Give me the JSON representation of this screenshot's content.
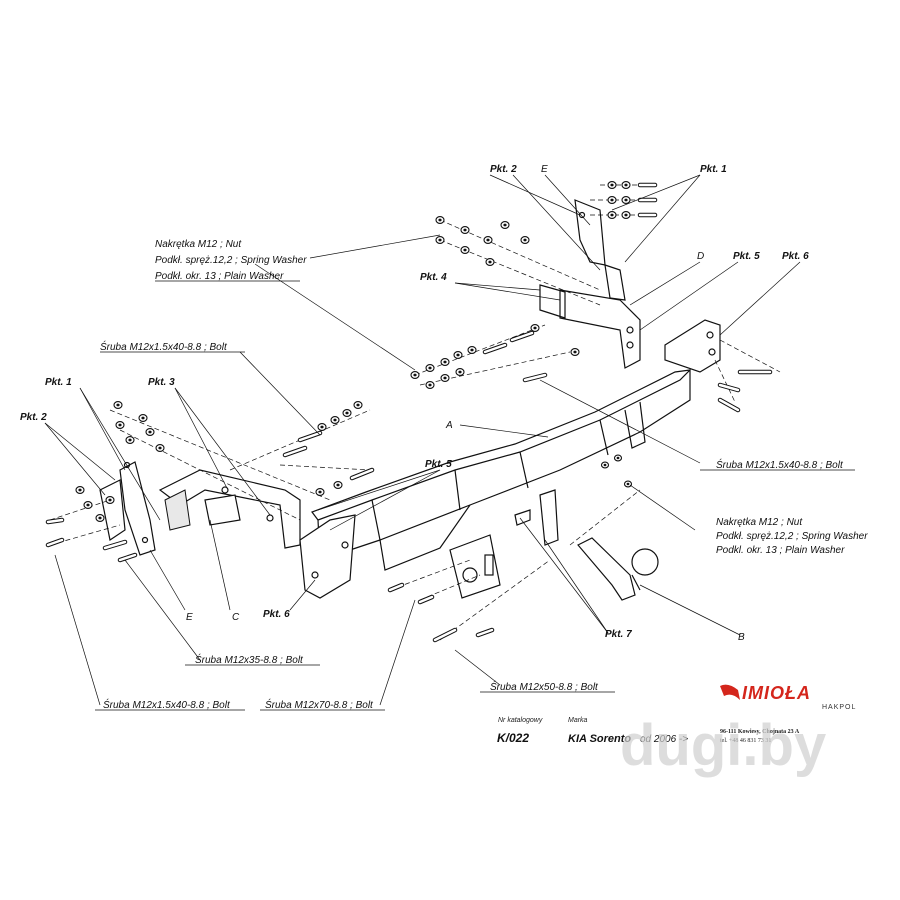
{
  "labels": {
    "nut_top": "Nakrętka M12 ; Nut",
    "spring_top": "Podkł. spręż.12,2 ; Spring Washer",
    "plain_top": "Podkł. okr. 13 ; Plain Washer",
    "bolt_left_upper": "Śruba M12x1.5x40-8.8 ;  Bolt",
    "bolt_right": "Śruba M12x1.5x40-8.8 ;  Bolt",
    "nut_right": "Nakrętka  M12 ; Nut",
    "spring_right": "Podkł. spręż.12,2 ; Spring Washer",
    "plain_right": "Podkl. okr. 13 ; Plain Washer",
    "bolt_m12x35": "Śruba M12x35-8.8 ;  Bolt",
    "bolt_m12x50": "Śruba M12x50-8.8 ;  Bolt",
    "bolt_left_bottom": "Śruba M12x1.5x40-8.8 ;  Bolt",
    "bolt_m12x70": "Śruba M12x70-8.8 ;  Bolt"
  },
  "points": {
    "pkt1_top": "Pkt. 1",
    "pkt2_top": "Pkt. 2",
    "pkt4": "Pkt. 4",
    "pkt5_top": "Pkt. 5",
    "pkt6_top": "Pkt. 6",
    "pkt1_left": "Pkt. 1",
    "pkt2_left": "Pkt. 2",
    "pkt3": "Pkt. 3",
    "pkt5_mid": "Pkt. 5",
    "pkt6_bottom": "Pkt. 6",
    "pkt7": "Pkt. 7"
  },
  "letters": {
    "A": "A",
    "B": "B",
    "C": "C",
    "D": "D",
    "E_top": "E",
    "E_bottom": "E"
  },
  "footer": {
    "catalog_label": "Nr katalogowy",
    "catalog_value": "K/022",
    "brand_label": "Marka",
    "model_value": "KIA Sorento",
    "year_value": "od  2006 ->",
    "company": "IMIOŁA",
    "company_sub": "HAKPOL",
    "address": "96-111 Kowiesy, Chojnata 23 A",
    "phone": "tel. +48 46 831 73 31",
    "watermark": "dugi.by"
  },
  "colors": {
    "ink": "#111111",
    "logo_red": "#d4261c",
    "watermark": "#d0d0d0"
  }
}
